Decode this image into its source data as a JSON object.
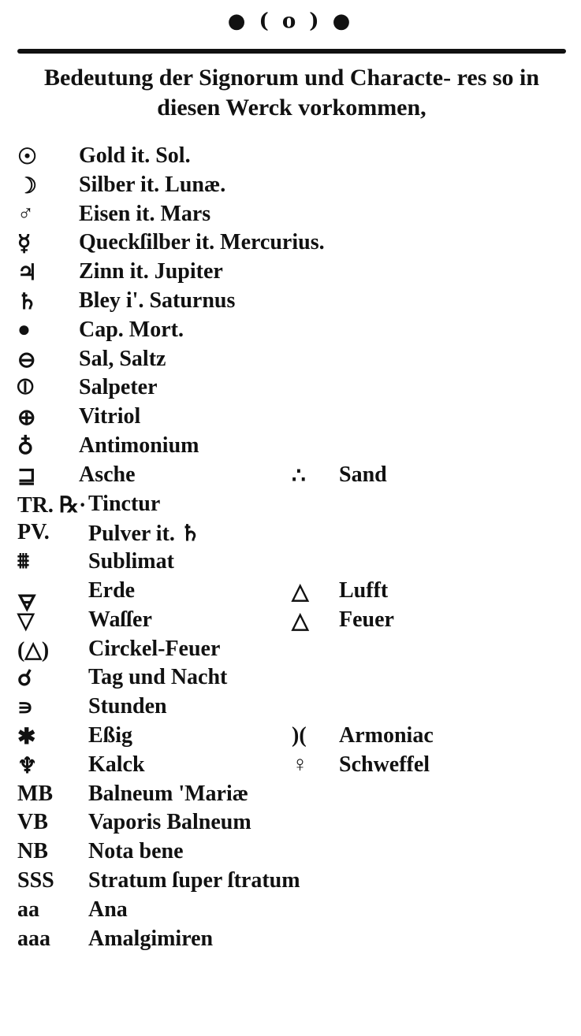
{
  "header": "● ( o ) ●",
  "title": "Bedeutung der Signorum und Characte- res so in diesen Werck vorkommen,",
  "entries": [
    {
      "symbol": "☉",
      "label": "Gold it. Sol."
    },
    {
      "symbol": "☽",
      "label": "Silber it. Lunæ."
    },
    {
      "symbol": "♂",
      "label": "Eisen it. Mars"
    },
    {
      "symbol": "☿",
      "label": "Queckſilber it. Mercurius."
    },
    {
      "symbol": "♃",
      "label": "Zinn it. Jupiter"
    },
    {
      "symbol": "♄",
      "label": "Bley i'. Saturnus"
    },
    {
      "symbol": "●",
      "label": "Cap. Mort."
    },
    {
      "symbol": "⊖",
      "label": "Sal, Saltz"
    },
    {
      "symbol": "⦶",
      "label": "Salpeter"
    },
    {
      "symbol": "⊕",
      "label": "Vitriol"
    },
    {
      "symbol": "♁",
      "label": "Antimonium"
    },
    {
      "symbol": "⊒",
      "label": "Asche",
      "symbol2": "∴",
      "label2": "Sand"
    },
    {
      "symbol": "TR. ℞·",
      "label": "Tinctur"
    },
    {
      "symbol": "PV.",
      "label": "Pulver it. ♄"
    },
    {
      "symbol": "⩩",
      "label": "Sublimat"
    },
    {
      "symbol": "🜃",
      "label": "Erde",
      "symbol2": "△",
      "label2": "Lufft"
    },
    {
      "symbol": "▽",
      "label": "Waſſer",
      "symbol2": "△",
      "label2": "Feuer"
    },
    {
      "symbol": "(△)",
      "label": "Circkel-Feuer"
    },
    {
      "symbol": "☌",
      "label": "Tag und Nacht"
    },
    {
      "symbol": "∍",
      "label": "Stunden"
    },
    {
      "symbol": "✱",
      "label": "Eßig",
      "symbol2": ")(",
      "label2": "Armoniac"
    },
    {
      "symbol": "♆",
      "label": "Kalck",
      "symbol2": "♀",
      "label2": "Schweffel"
    },
    {
      "symbol": "MB",
      "label": "Balneum 'Mariæ"
    },
    {
      "symbol": "VB",
      "label": "Vaporis Balneum"
    },
    {
      "symbol": "NB",
      "label": "Nota bene"
    },
    {
      "symbol": "SSS",
      "label": "Stratum ſuper ſtratum"
    },
    {
      "symbol": "aa",
      "label": "Ana"
    },
    {
      "symbol": "aaa",
      "label": "Amalgimiren"
    }
  ]
}
